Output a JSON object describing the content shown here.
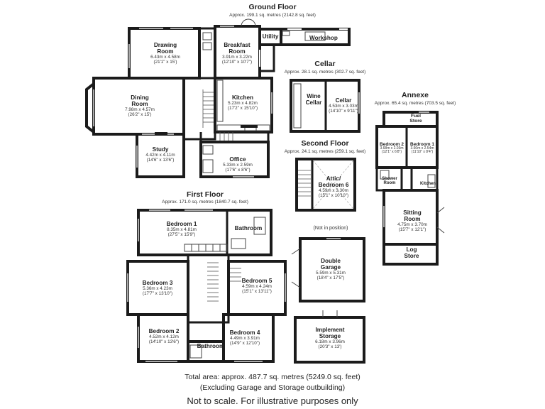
{
  "floors": {
    "ground": {
      "title": "Ground Floor",
      "area": "Approx. 199.1 sq. metres (2142.8 sq. feet)"
    },
    "cellar": {
      "title": "Cellar",
      "area": "Approx. 28.1 sq. metres (302.7 sq. feet)"
    },
    "annexe": {
      "title": "Annexe",
      "area": "Approx. 65.4 sq. metres (703.5 sq. feet)"
    },
    "second": {
      "title": "Second Floor",
      "area": "Approx. 24.1 sq. metres (259.1 sq. feet)"
    },
    "first": {
      "title": "First Floor",
      "area": "Approx. 171.0 sq. metres (1840.7 sq. feet)"
    }
  },
  "rooms": {
    "drawing": {
      "name": "Drawing\nRoom",
      "dims": "6.43m x 4.58m\n(21'1\" x 15')"
    },
    "breakfast": {
      "name": "Breakfast\nRoom",
      "dims": "3.91m x 3.22m\n(12'10\" x 10'7\")"
    },
    "utility": {
      "name": "Utility",
      "dims": ""
    },
    "workshop": {
      "name": "Workshop",
      "dims": ""
    },
    "dining": {
      "name": "Dining\nRoom",
      "dims": "7.98m x 4.57m\n(26'2\" x 15')"
    },
    "kitchen": {
      "name": "Kitchen",
      "dims": "5.23m x 4.82m\n(17'2\" x 15'10\")"
    },
    "study": {
      "name": "Study",
      "dims": "4.42m x 4.11m\n(14'6\" x 13'6\")"
    },
    "office": {
      "name": "Office",
      "dims": "5.33m x 2.59m\n(17'6\" x 8'6\")"
    },
    "wine_cellar": {
      "name": "Wine\nCellar",
      "dims": ""
    },
    "cellar": {
      "name": "Cellar",
      "dims": "4.53m x 3.03m\n(14'10\" x 9'11\")"
    },
    "attic": {
      "name": "Attic/\nBedroom 6",
      "dims": "4.59m x 3.30m\n(15'1\" x 10'10\")"
    },
    "fuel_store": {
      "name": "Fuel\nStore",
      "dims": ""
    },
    "annexe_bed2": {
      "name": "Bedroom 2",
      "dims": "3.68m x 2.03m\n(12'1\" x 6'8\")"
    },
    "annexe_bed1": {
      "name": "Bedroom 1",
      "dims": "3.60m x 2.54m\n(11'10\" x 8'4\")"
    },
    "shower": {
      "name": "Shower\nRoom",
      "dims": ""
    },
    "annexe_kitchen": {
      "name": "Kitchen",
      "dims": ""
    },
    "sitting": {
      "name": "Sitting\nRoom",
      "dims": "4.75m x 3.70m\n(15'7\" x 12'1\")"
    },
    "log_store": {
      "name": "Log\nStore",
      "dims": ""
    },
    "bed1": {
      "name": "Bedroom 1",
      "dims": "8.35m x 4.81m\n(27'5\" x 15'9\")"
    },
    "bath1": {
      "name": "Bathroom",
      "dims": ""
    },
    "bed3": {
      "name": "Bedroom 3",
      "dims": "5.36m x 4.23m\n(17'7\" x 13'10\")"
    },
    "bed5": {
      "name": "Bedroom 5",
      "dims": "4.59m x 4.24m\n(15'1\" x 13'11\")"
    },
    "bed2": {
      "name": "Bedroom 2",
      "dims": "4.52m x 4.12m\n(14'10\" x 13'6\")"
    },
    "bed4": {
      "name": "Bedroom 4",
      "dims": "4.49m x 3.91m\n(14'9\" x 12'10\")"
    },
    "bath2": {
      "name": "Bathroom",
      "dims": ""
    },
    "garage": {
      "name": "Double\nGarage",
      "dims": "5.59m x 5.31m\n(18'4\" x 17'5\")"
    },
    "storage": {
      "name": "Implement\nStorage",
      "dims": "6.18m x 3.96m\n(20'3\" x 13')"
    }
  },
  "garage_note": "(Not in position)",
  "footer": {
    "total": "Total area: approx. 487.7 sq. metres (5249.0 sq. feet)",
    "excluding": "(Excluding Garage and Storage outbuilding)",
    "disclaimer": "Not to scale. For illustrative purposes only"
  }
}
